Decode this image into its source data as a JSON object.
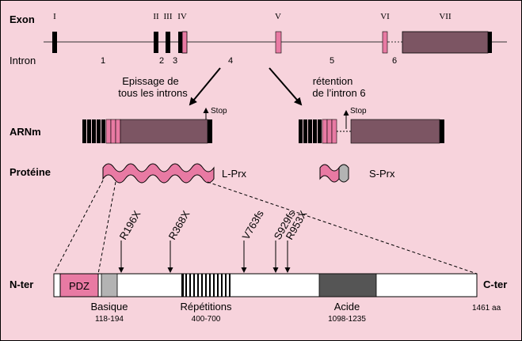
{
  "labels": {
    "exon": "Exon",
    "intron": "Intron",
    "arnm": "ARNm",
    "proteine": "Protéine",
    "nter": "N-ter",
    "cter": "C-ter"
  },
  "exons": [
    "I",
    "II",
    "III",
    "IV",
    "V",
    "VI",
    "VII"
  ],
  "introns": [
    "1",
    "2",
    "3",
    "4",
    "5",
    "6"
  ],
  "splicing": {
    "left_line1": "Epissage de",
    "left_line2": "tous les introns",
    "right_line1": "rétention",
    "right_line2": "de l’intron 6",
    "stop": "Stop"
  },
  "proteins": {
    "long": "L-Prx",
    "short": "S-Prx"
  },
  "domains": {
    "pdz": "PDZ",
    "basique": "Basique",
    "basique_range": "118-194",
    "repetitions": "Répétitions",
    "repetitions_range": "400-700",
    "acide": "Acide",
    "acide_range": "1098-1235",
    "length": "1461 aa"
  },
  "mutations": [
    "R196X",
    "R368X",
    "V763fs",
    "S929fs",
    "R953X"
  ],
  "colors": {
    "background": "#f7d3dc",
    "pink": "#e87aa3",
    "mauve": "#7c5563",
    "gray": "#b3b3b3",
    "dark": "#555555",
    "black": "#000000"
  }
}
